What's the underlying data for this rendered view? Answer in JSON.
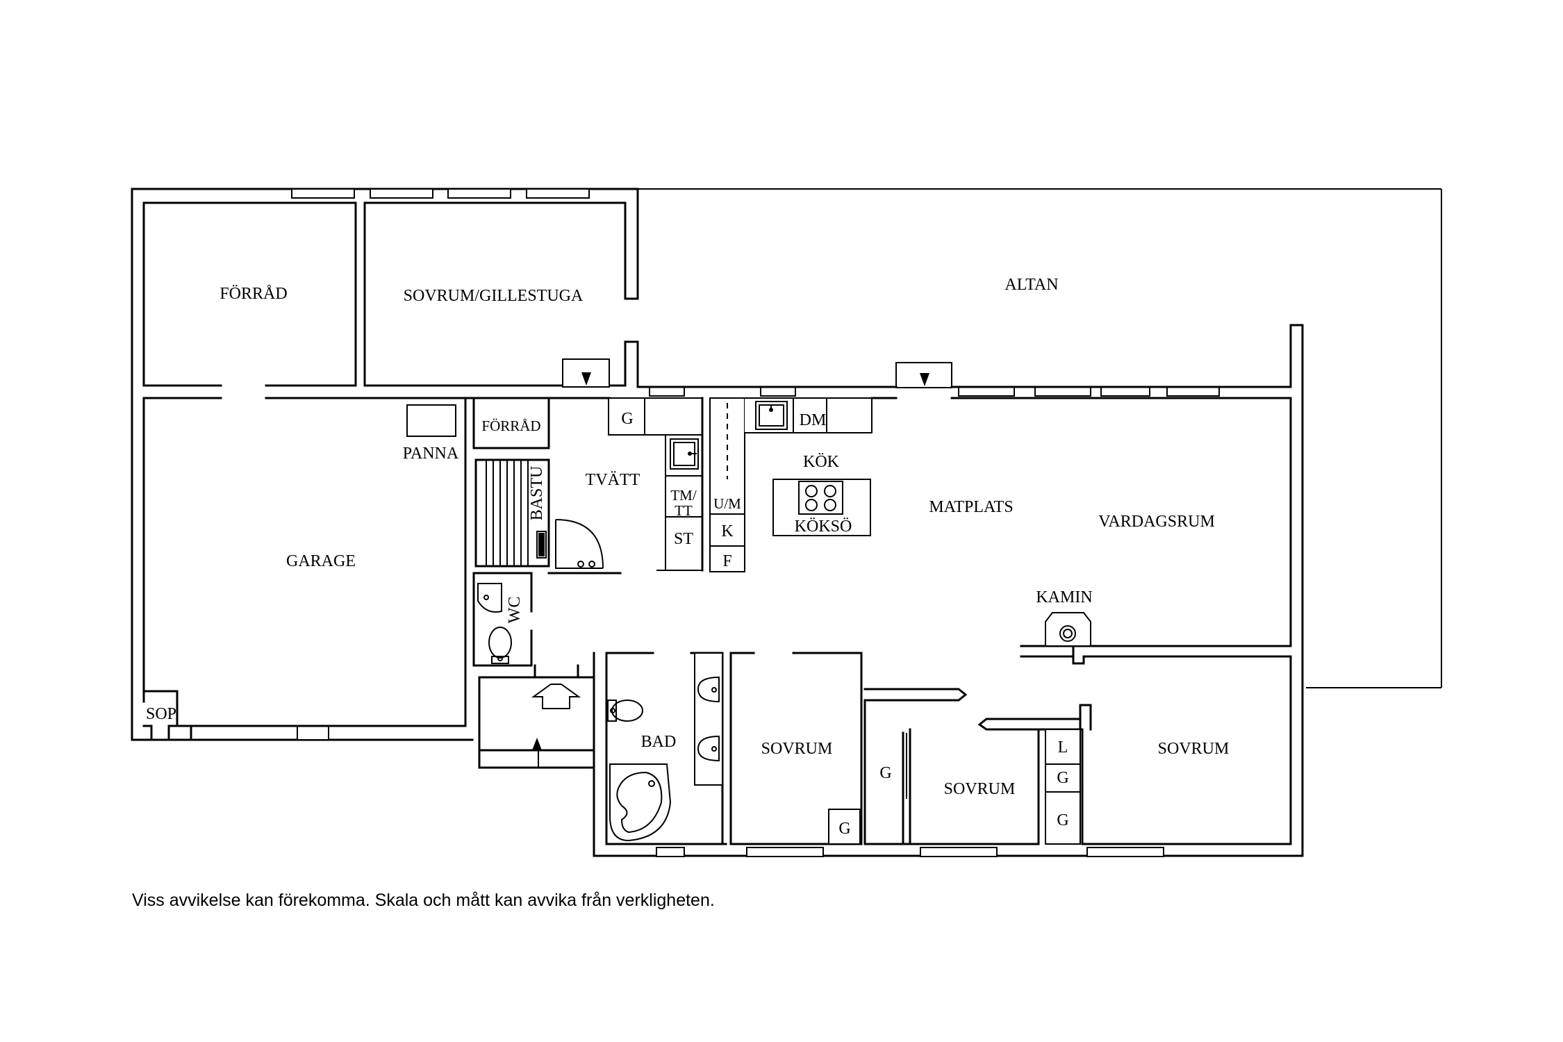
{
  "rooms": {
    "forrad": "FÖRRÅD",
    "sovrum_gillestuga": "SOVRUM/GILLESTUGA",
    "altan": "ALTAN",
    "forrad_small": "FÖRRÅD",
    "panna": "PANNA",
    "garage": "GARAGE",
    "bastu": "BASTU",
    "tvatt": "TVÄTT",
    "kok": "KÖK",
    "koksoe": "KÖKSÖ",
    "matplats": "MATPLATS",
    "vardagsrum": "VARDAGSRUM",
    "kamin": "KAMIN",
    "wc": "WC",
    "sop": "SOP",
    "bad": "BAD",
    "sovrum_1": "SOVRUM",
    "sovrum_2": "SOVRUM",
    "sovrum_3": "SOVRUM"
  },
  "fixtures": {
    "g_tvatt": "G",
    "dm": "DM",
    "tm_tt_1": "TM/",
    "tm_tt_2": "TT",
    "st": "ST",
    "um": "U/M",
    "k": "K",
    "f": "F",
    "g_sovrum1": "G",
    "g_hall": "G",
    "l": "L",
    "g_1": "G",
    "g_2": "G"
  },
  "disclaimer": "Viss avvikelse kan förekomma. Skala och mått kan avvika från verkligheten."
}
